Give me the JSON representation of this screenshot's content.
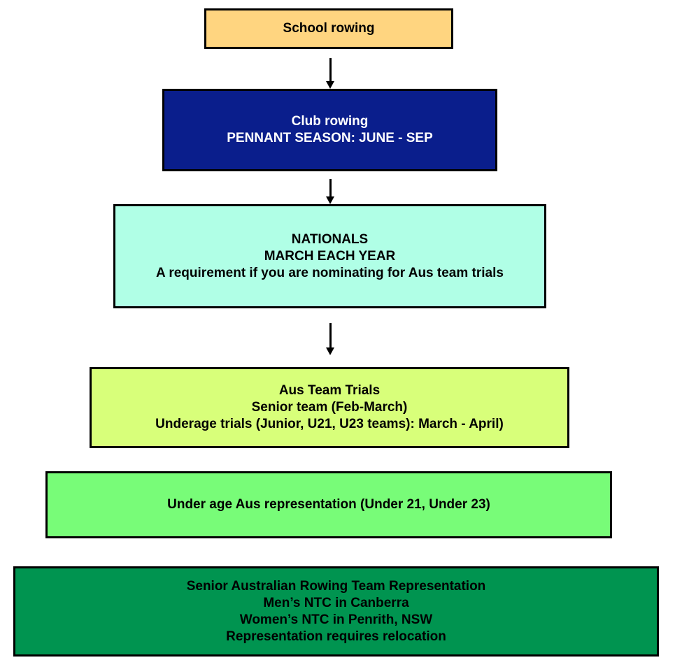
{
  "colors": {
    "school": "#FFD580",
    "club": "#0A1E8C",
    "nationals": "#B0FFE6",
    "trials": "#D8FF7A",
    "underage": "#78FC78",
    "senior": "#009450",
    "border": "#000000"
  },
  "boxes": {
    "school": {
      "lines": [
        "School rowing"
      ]
    },
    "club": {
      "lines": [
        "Club rowing",
        "PENNANT SEASON: JUNE - SEP"
      ]
    },
    "nationals": {
      "lines": [
        "NATIONALS",
        "MARCH EACH YEAR",
        "A requirement if you are nominating for Aus team trials"
      ]
    },
    "trials": {
      "lines": [
        "Aus Team Trials",
        "Senior team (Feb-March)",
        "Underage trials (Junior, U21, U23 teams): March - April)"
      ]
    },
    "underage": {
      "lines": [
        "Under age Aus representation (Under 21, Under 23)"
      ]
    },
    "senior": {
      "lines": [
        "Senior Australian Rowing Team Representation",
        "Men’s NTC in Canberra",
        "Women’s NTC in Penrith, NSW",
        "Representation  requires relocation"
      ]
    }
  },
  "connectors": [
    {
      "from": "school",
      "to": "club"
    },
    {
      "from": "club",
      "to": "nationals"
    },
    {
      "from": "nationals",
      "to": "trials"
    }
  ]
}
